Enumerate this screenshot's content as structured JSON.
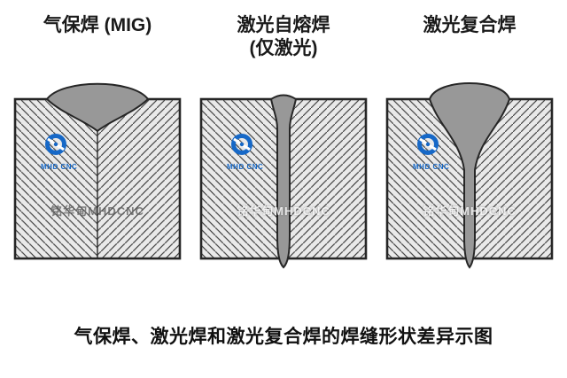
{
  "panels": [
    {
      "title": "气保焊 (MIG)",
      "subtitle": ""
    },
    {
      "title": "激光自熔焊",
      "subtitle": "(仅激光)"
    },
    {
      "title": "激光复合焊",
      "subtitle": ""
    }
  ],
  "watermark": {
    "logo_text": "MHD CNC",
    "text": "铭华甸MHDCNC"
  },
  "caption": "气保焊、激光焊和激光复合焊的焊缝形状差异示图",
  "colors": {
    "weld_fill": "#989898",
    "hatch_background": "#e9e9e9",
    "hatch_line": "#474747",
    "outline": "#262626",
    "logo_blue": "#1668c7"
  }
}
